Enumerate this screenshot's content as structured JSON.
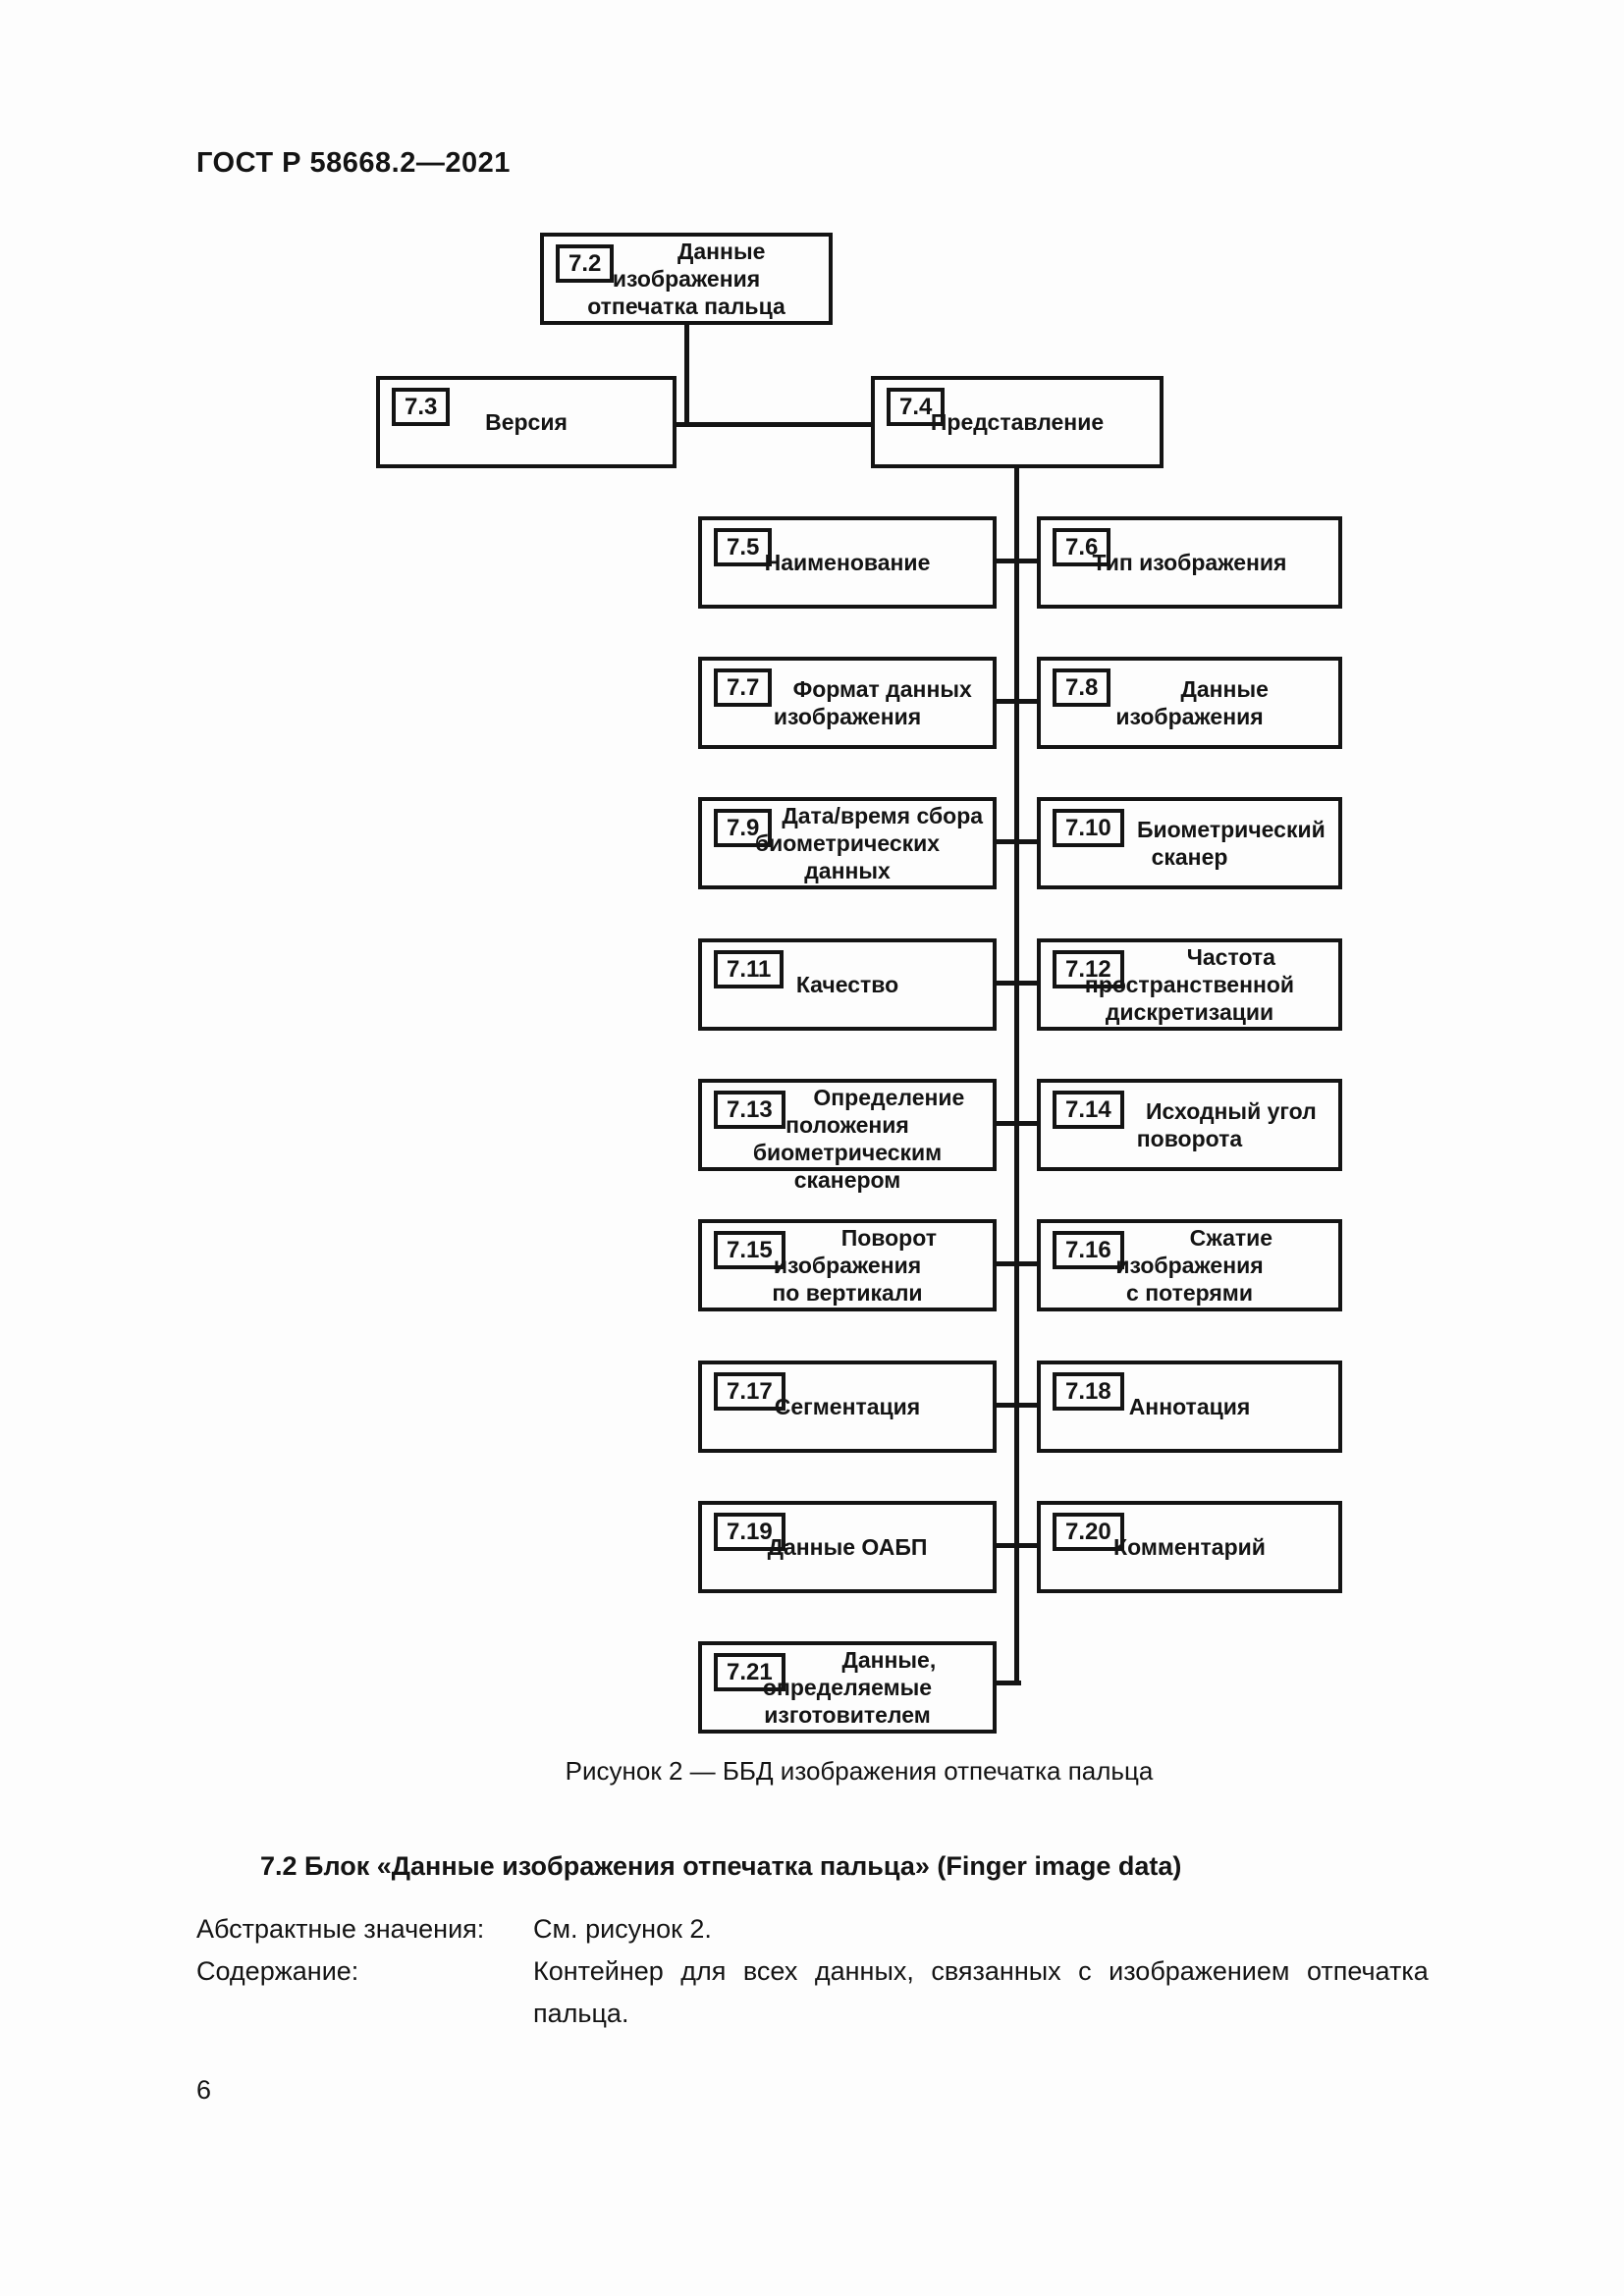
{
  "page": {
    "header_title": "ГОСТ Р 58668.2—2021",
    "page_number": "6"
  },
  "figure": {
    "caption": "Рисунок 2 — ББД изображения отпечатка пальца",
    "root": {
      "num": "7.2",
      "lines": [
        "Данные",
        "изображения",
        "отпечатка пальца"
      ]
    },
    "version": {
      "num": "7.3",
      "lines": [
        "Версия"
      ]
    },
    "representation": {
      "num": "7.4",
      "lines": [
        "Представление"
      ]
    },
    "rows": [
      {
        "left": {
          "num": "7.5",
          "lines": [
            "Наименование"
          ]
        },
        "right": {
          "num": "7.6",
          "lines": [
            "Тип изображения"
          ]
        }
      },
      {
        "left": {
          "num": "7.7",
          "lines": [
            "Формат данных",
            "изображения"
          ]
        },
        "right": {
          "num": "7.8",
          "lines": [
            "Данные",
            "изображения"
          ]
        }
      },
      {
        "left": {
          "num": "7.9",
          "lines": [
            "Дата/время сбора",
            "биометрических",
            "данных"
          ]
        },
        "right": {
          "num": "7.10",
          "lines": [
            "Биометрический",
            "сканер"
          ]
        }
      },
      {
        "left": {
          "num": "7.11",
          "lines": [
            "Качество"
          ]
        },
        "right": {
          "num": "7.12",
          "lines": [
            "Частота",
            "пространственной",
            "дискретизации"
          ]
        }
      },
      {
        "left": {
          "num": "7.13",
          "lines": [
            "Определение",
            "положения",
            "биометрическим сканером"
          ]
        },
        "right": {
          "num": "7.14",
          "lines": [
            "Исходный угол",
            "поворота"
          ]
        }
      },
      {
        "left": {
          "num": "7.15",
          "lines": [
            "Поворот",
            "изображения",
            "по вертикали"
          ]
        },
        "right": {
          "num": "7.16",
          "lines": [
            "Сжатие",
            "изображения",
            "с потерями"
          ]
        }
      },
      {
        "left": {
          "num": "7.17",
          "lines": [
            "Сегментация"
          ]
        },
        "right": {
          "num": "7.18",
          "lines": [
            "Аннотация"
          ]
        }
      },
      {
        "left": {
          "num": "7.19",
          "lines": [
            "Данные ОАБП"
          ]
        },
        "right": {
          "num": "7.20",
          "lines": [
            "Комментарий"
          ]
        }
      },
      {
        "left": {
          "num": "7.21",
          "lines": [
            "Данные,",
            "определяемые",
            "изготовителем"
          ]
        },
        "right": null
      }
    ]
  },
  "section": {
    "heading": "7.2 Блок «Данные изображения отпечатка пальца» (Finger image data)",
    "definitions": [
      {
        "term": "Абстрактные значения:",
        "value_lines": [
          "См. рисунок 2."
        ]
      },
      {
        "term": "Содержание:",
        "value_lines": [
          "Контейнер для всех данных, связанных с изображением отпечатка",
          "пальца."
        ]
      }
    ]
  }
}
